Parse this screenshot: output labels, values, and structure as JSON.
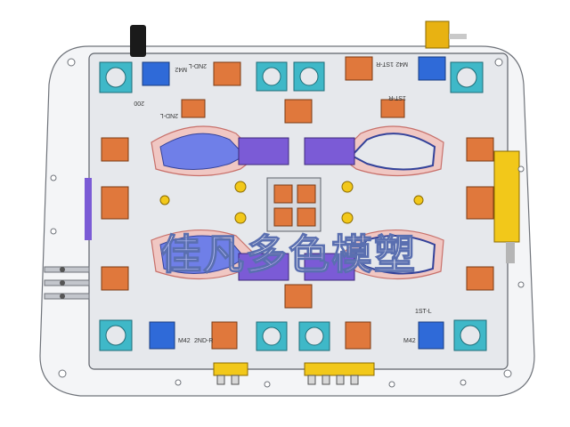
{
  "image": {
    "subject": "mold",
    "colors": {
      "plate": "#e6e8ec",
      "plate_edge": "#6f737a",
      "cavity_purple": "#7b5bd6",
      "cavity_blue": "#6f7fe8",
      "accent_orange": "#e0783c",
      "accent_cyan": "#3fb8c8",
      "accent_blue": "#2f6ad8",
      "accent_yellow": "#f2c81a",
      "watermark": "#5a6fb0"
    }
  },
  "labels": {
    "top_left": "M42",
    "top_left_2": "2ND-L",
    "top_left_3": "200",
    "top_left_4": "2ND-L",
    "top_right": "M42",
    "top_right_2": "1ST-R",
    "top_right_3": "1ST-R",
    "bottom_left": "M42",
    "bottom_left_2": "2ND-R",
    "bottom_right": "M42",
    "bottom_right_2": "1ST-L"
  },
  "watermark": {
    "text": "佳凡多色模塑"
  }
}
